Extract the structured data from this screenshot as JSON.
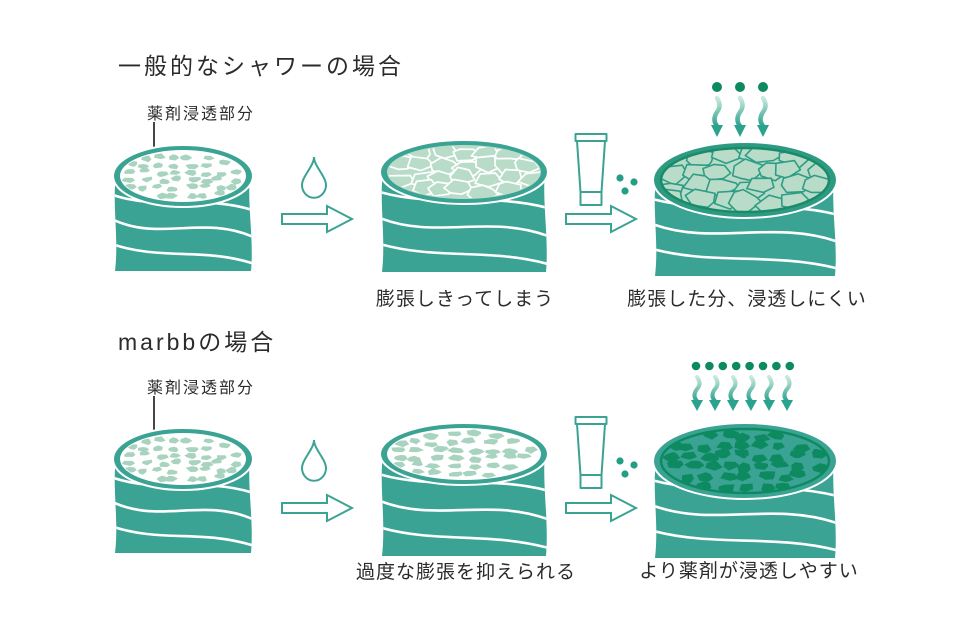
{
  "canvas": {
    "background": "#ffffff"
  },
  "colors": {
    "teal": "#3BA394",
    "teal_dark_rim": "#2D9B82",
    "light_green_piece": "#A8D3BF",
    "surface_light": "#B9DCC9",
    "crack_green": "#2F9D85",
    "ring_dark": "#1A8A68",
    "dark_green": "#0E8A60",
    "icon_stroke": "#3BA394",
    "text": "#2B2B2B"
  },
  "sections": [
    {
      "id": "general-shower",
      "title": "一般的なシャワーの場合",
      "label": "薬剤浸透部分",
      "caption_middle": "膨張しきってしまう",
      "caption_right": "膨張した分、浸透しにくい"
    },
    {
      "id": "marbb",
      "title": "marbbの場合",
      "label": "薬剤浸透部分",
      "caption_middle": "過度な膨張を抑えられる",
      "caption_right": "より薬剤が浸透しやすい"
    }
  ],
  "icons": {
    "water_drop": "water-drop-icon",
    "right_arrow": "right-arrow-icon",
    "treatment_tube": "treatment-tube-icon",
    "shower_dots": "shower-drops-icon",
    "penetration_arrows": "penetration-arrows-icon",
    "microbubble_dots": "microbubble-dots-icon"
  }
}
